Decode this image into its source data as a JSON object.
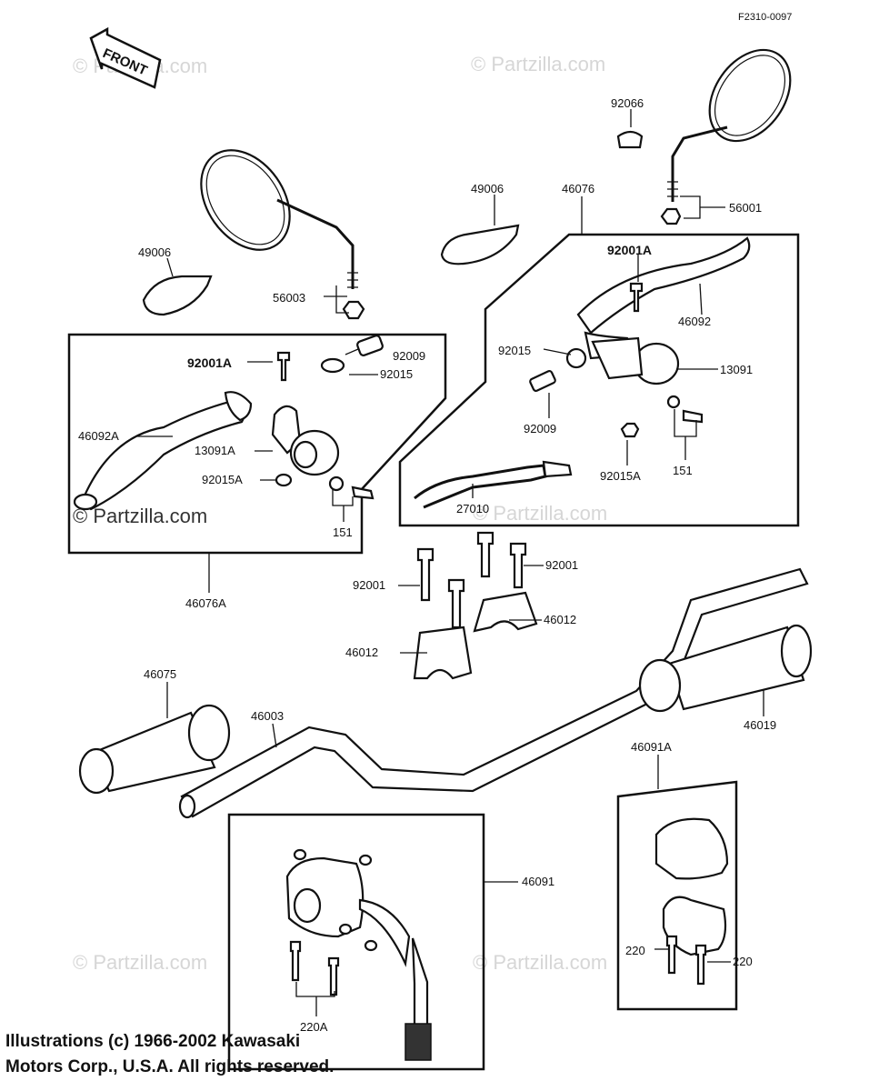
{
  "diagram_code": "F2310-0097",
  "front_label": "FRONT",
  "watermark": "© Partzilla.com",
  "copyright": {
    "line1": "Illustrations (c) 1966-2002 Kawasaki",
    "line2": "Motors Corp., U.S.A.  All rights reserved."
  },
  "parts": {
    "p92066": "92066",
    "p49006_l": "49006",
    "p49006_r": "49006",
    "p46076": "46076",
    "p56001": "56001",
    "p56003": "56003",
    "p92001A_l": "92001A",
    "p92001A_r": "92001A",
    "p92009_l": "92009",
    "p92009_r": "92009",
    "p92015_l": "92015",
    "p92015_r": "92015",
    "p46092A": "46092A",
    "p46092": "46092",
    "p13091A": "13091A",
    "p13091": "13091",
    "p92015A_l": "92015A",
    "p92015A_r": "92015A",
    "p151_l": "151",
    "p151_r": "151",
    "p27010": "27010",
    "p46076A": "46076A",
    "p92001_l": "92001",
    "p92001_r": "92001",
    "p46012_r": "46012",
    "p46012_l": "46012",
    "p46075": "46075",
    "p46003": "46003",
    "p46019": "46019",
    "p46091A": "46091A",
    "p46091": "46091",
    "p220_l": "220",
    "p220_r": "220",
    "p220A": "220A"
  }
}
